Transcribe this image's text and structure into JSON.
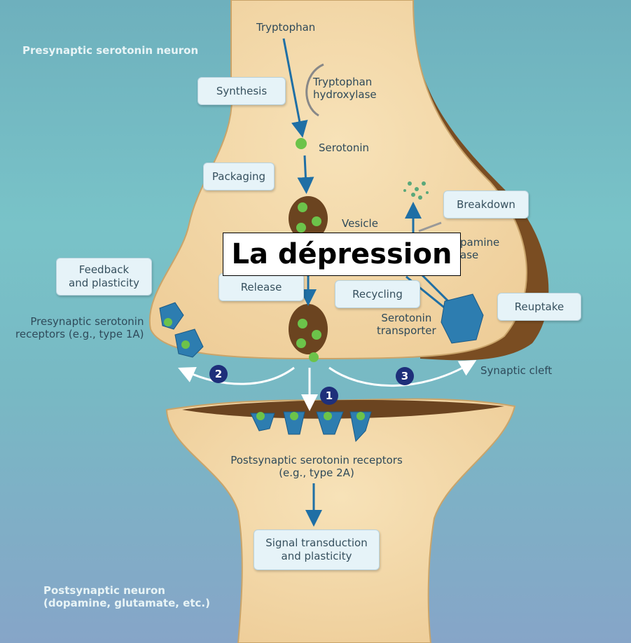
{
  "title": "La dépression",
  "labels": {
    "presynaptic_neuron": "Presynaptic serotonin neuron",
    "tryptophan": "Tryptophan",
    "tryptophan_hydroxylase": [
      "Tryptophan",
      "hydroxylase"
    ],
    "serotonin": "Serotonin",
    "vesicle": "Vesicle",
    "monoamine_oxidase_partial": [
      "pamine",
      "ase"
    ],
    "serotonin_transporter": [
      "Serotonin",
      "transporter"
    ],
    "presynaptic_receptors": [
      "Presynaptic serotonin",
      "receptors (e.g., type 1A)"
    ],
    "synaptic_cleft": "Synaptic cleft",
    "postsynaptic_receptors": [
      "Postsynaptic serotonin receptors",
      "(e.g., type 2A)"
    ],
    "postsynaptic_neuron": [
      "Postsynaptic neuron",
      "(dopamine, glutamate, etc.)"
    ]
  },
  "boxes": {
    "synthesis": "Synthesis",
    "packaging": "Packaging",
    "release": "Release",
    "recycling": "Recycling",
    "breakdown": "Breakdown",
    "reuptake": "Reuptake",
    "feedback": [
      "Feedback",
      "and plasticity"
    ],
    "signal": [
      "Signal transduction",
      "and plasticity"
    ]
  },
  "numbers": [
    "1",
    "2",
    "3"
  ],
  "colors": {
    "cell": "#f3d9aa",
    "arrow": "#1f6fa5",
    "receptor": "#2d7db0",
    "serotonin": "#6cc34a",
    "badge": "#1e2f7a"
  }
}
